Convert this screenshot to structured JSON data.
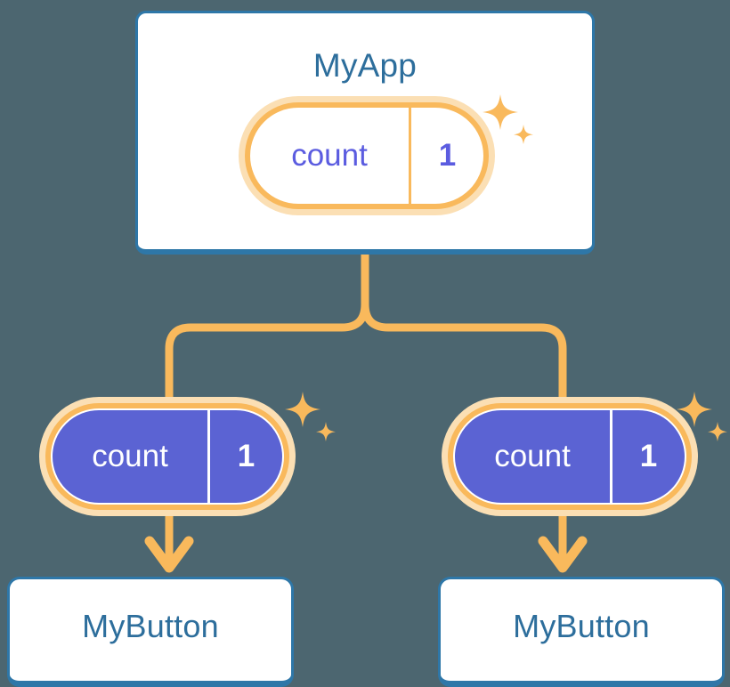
{
  "diagram": {
    "title_text": "MyApp",
    "background_color": "#4c6670",
    "card_border_color": "#2e77a8",
    "card_title_color": "#2d6e9c",
    "accent_orange": "#f9b95c",
    "accent_orange_light": "#fbdfb4",
    "state_indigo": "#5b63d3",
    "state_text_indigo": "#5b5ce0"
  },
  "root": {
    "label": "MyApp",
    "state": {
      "key": "count",
      "value": "1"
    },
    "sparkle_icon": "sparkle-icon"
  },
  "children": [
    {
      "label": "MyButton",
      "state": {
        "key": "count",
        "value": "1"
      },
      "sparkle_icon": "sparkle-icon",
      "arrow_icon": "arrow-down-icon"
    },
    {
      "label": "MyButton",
      "state": {
        "key": "count",
        "value": "1"
      },
      "sparkle_icon": "sparkle-icon",
      "arrow_icon": "arrow-down-icon"
    }
  ]
}
